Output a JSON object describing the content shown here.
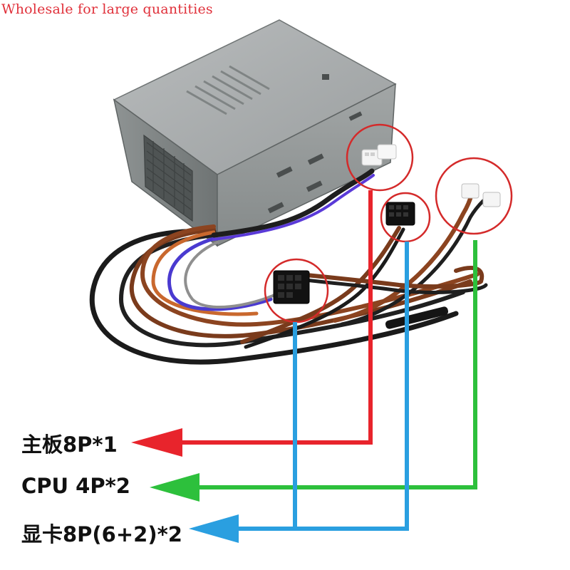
{
  "watermark": "Wholesale for large quantities",
  "colors": {
    "motherboard": "#e8242c",
    "cpu": "#2dc03c",
    "gpu": "#2a9fe0",
    "ring": "#d42a2a"
  },
  "labels": {
    "motherboard": "主板8P*1",
    "cpu": "CPU 4P*2",
    "gpu": "显卡8P(6+2)*2"
  },
  "icons": {
    "product": "power-supply-unit",
    "pointer": "arrow-left-icon"
  }
}
